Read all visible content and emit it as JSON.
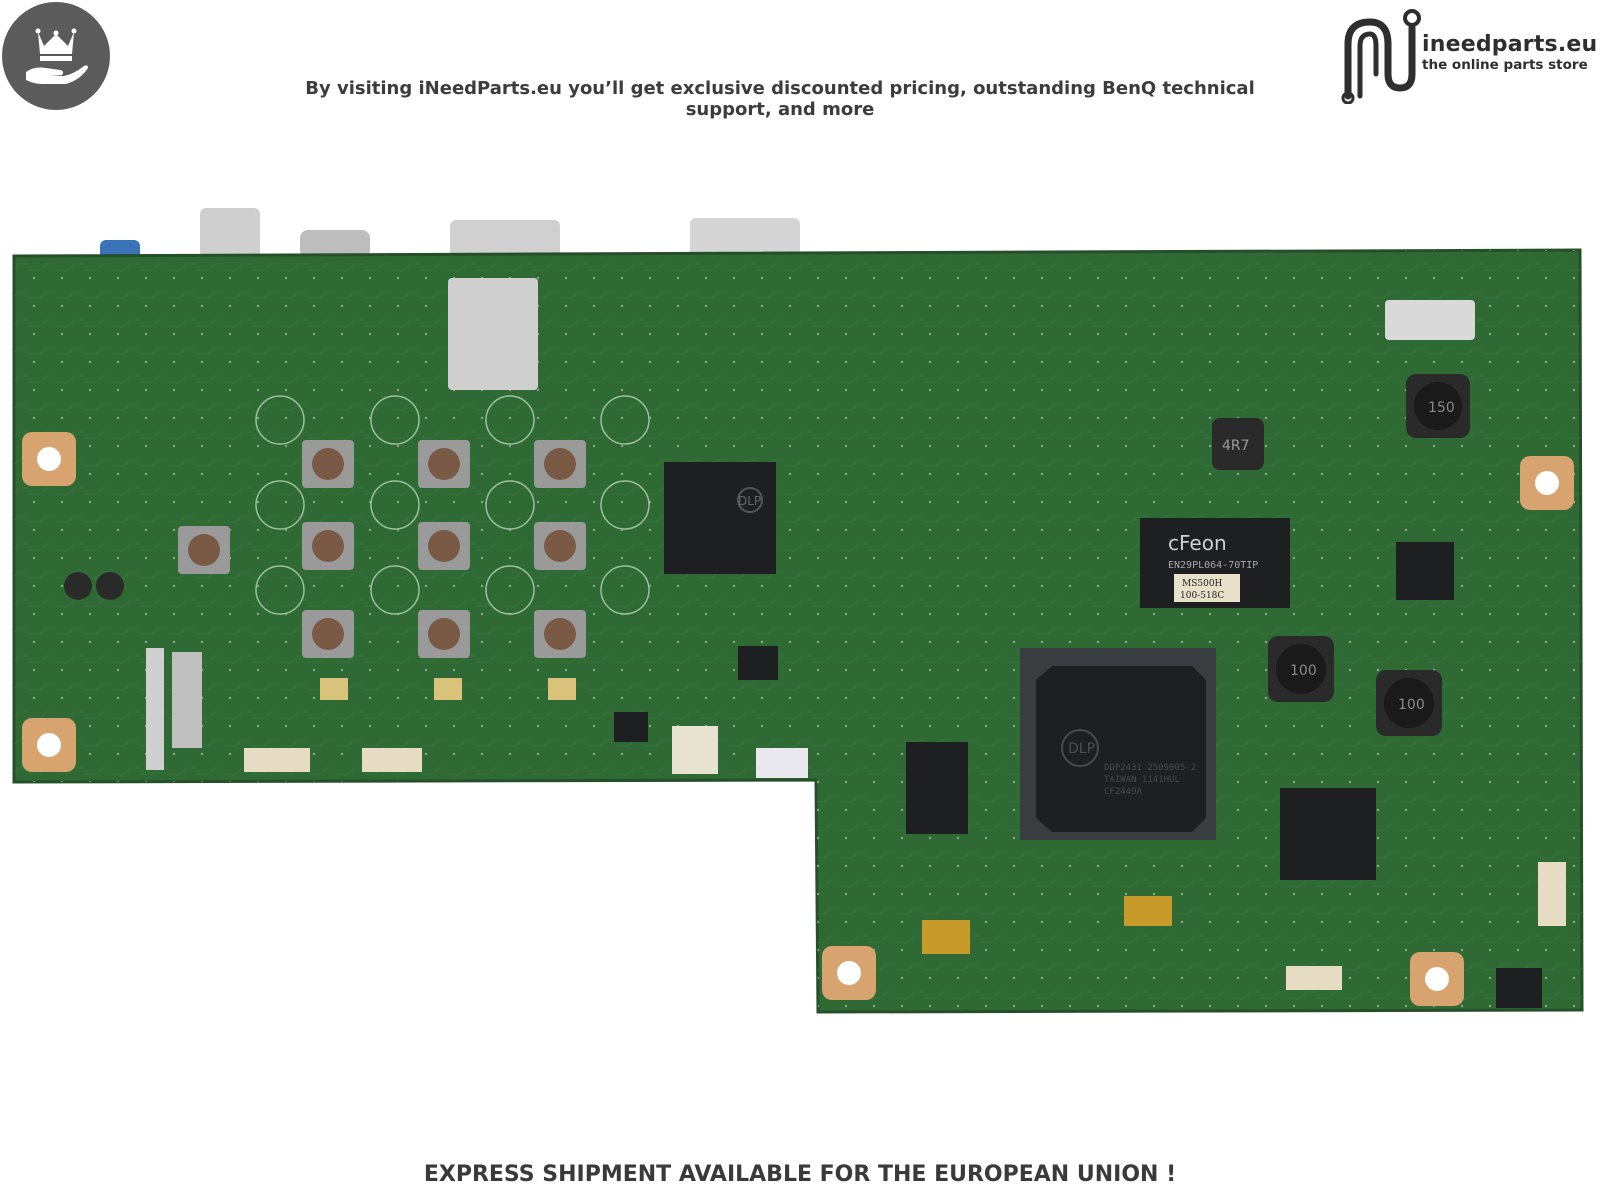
{
  "header": {
    "tagline": "By visiting iNeedParts.eu you’ll get exclusive discounted pricing, outstanding BenQ technical support, and more"
  },
  "brand": {
    "name": "ineedparts.eu",
    "subtitle": "the online parts store",
    "badge_icon": "crown-hand-icon",
    "logo_icon": "circuit-n-logo-icon"
  },
  "board": {
    "chips": {
      "flash_brand": "cFeon",
      "flash_part": "EN29PL064-70TIP",
      "flash_sticker_1": "MS500H",
      "flash_sticker_2": "100-518C",
      "main_chip_brand": "DLP",
      "main_chip_line1": "DDP2431 2509005-2",
      "main_chip_line2": "TAIWAN 1141HUL",
      "main_chip_line3": "CF2449A",
      "small_chip_brand": "DLP",
      "inductor_1": "150",
      "inductor_2": "4R7",
      "inductor_3": "100",
      "inductor_4": "100"
    },
    "colors": {
      "pcb": "#2f6a34",
      "pcb_dark": "#24552a",
      "ic": "#1e1f21"
    }
  },
  "footer": {
    "text": "EXPRESS SHIPMENT AVAILABLE FOR THE EUROPEAN UNION !"
  }
}
